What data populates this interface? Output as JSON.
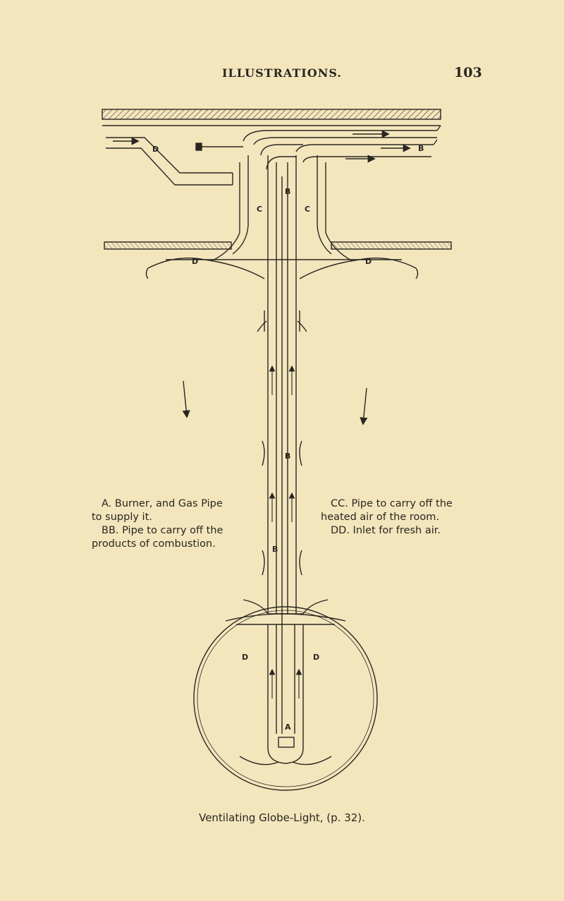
{
  "header": {
    "title": "ILLUSTRATIONS.",
    "page_number": "103"
  },
  "figure": {
    "letters": {
      "a": "A",
      "b": "B",
      "c": "C",
      "d": "D"
    },
    "legend_left": [
      "A. Burner, and Gas Pipe",
      "to supply it.",
      "BB. Pipe to carry off the",
      "products of combustion."
    ],
    "legend_right": [
      "CC. Pipe to carry off the",
      "heated air of the room.",
      "DD. Inlet for fresh air."
    ],
    "caption": "Ventilating Globe-Light, (p. 32)."
  },
  "colors": {
    "paper": "#f3e6bd",
    "ink": "#2a2520"
  }
}
